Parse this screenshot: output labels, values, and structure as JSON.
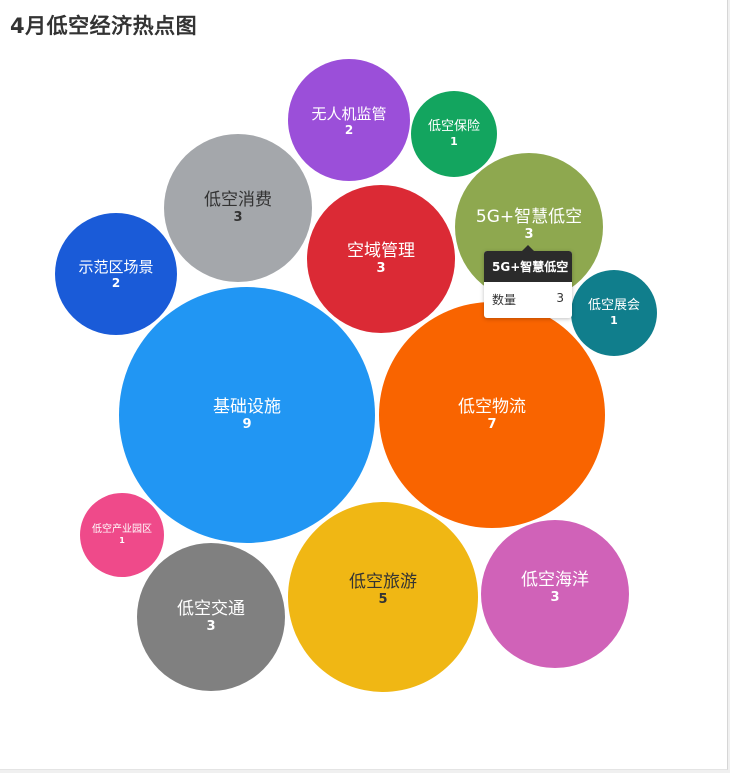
{
  "title": "4月低空经济热点图",
  "chart_data": {
    "type": "bubble",
    "title": "4月低空经济热点图",
    "series_name": "数量",
    "items": [
      {
        "name": "基础设施",
        "value": 9,
        "color": "#2196F3"
      },
      {
        "name": "低空物流",
        "value": 7,
        "color": "#F96400"
      },
      {
        "name": "低空旅游",
        "value": 5,
        "color": "#F0B714"
      },
      {
        "name": "低空消费",
        "value": 3,
        "color": "#A4A7AB"
      },
      {
        "name": "空域管理",
        "value": 3,
        "color": "#DB2A35"
      },
      {
        "name": "5G+智慧低空",
        "value": 3,
        "color": "#8EA84F"
      },
      {
        "name": "低空交通",
        "value": 3,
        "color": "#808080"
      },
      {
        "name": "低空海洋",
        "value": 3,
        "color": "#D062B8"
      },
      {
        "name": "示范区场景",
        "value": 2,
        "color": "#1A5BD8"
      },
      {
        "name": "无人机监管",
        "value": 2,
        "color": "#9B4FD9"
      },
      {
        "name": "低空保险",
        "value": 1,
        "color": "#13A55F"
      },
      {
        "name": "低空展会",
        "value": 1,
        "color": "#107E8C"
      },
      {
        "name": "低空产业园区",
        "value": 1,
        "color": "#EF4A8A"
      }
    ]
  },
  "tooltip": {
    "title": "5G+智慧低空",
    "label": "数量",
    "value": "3"
  }
}
